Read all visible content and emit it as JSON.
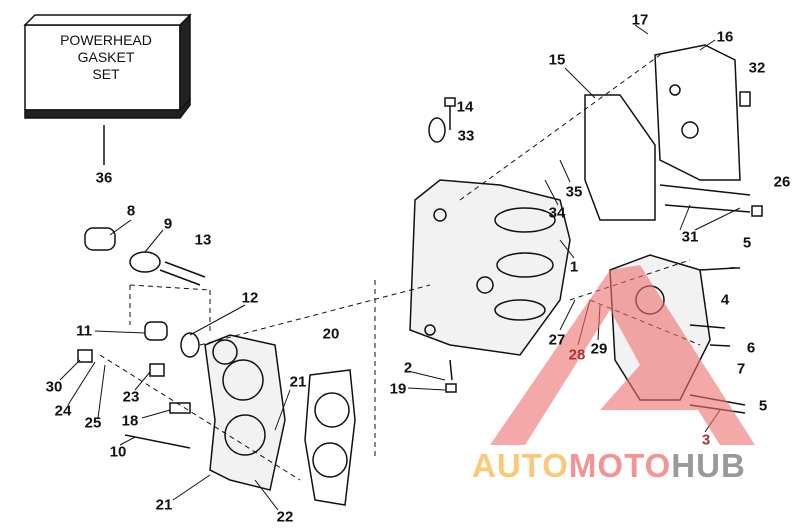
{
  "gasket_set_box": {
    "line1": "POWERHEAD",
    "line2": "GASKET",
    "line3": "SET"
  },
  "callouts": [
    "17",
    "16",
    "32",
    "15",
    "14",
    "33",
    "35",
    "34",
    "26",
    "31",
    "5",
    "1",
    "4",
    "6",
    "7",
    "5",
    "3",
    "27",
    "28",
    "29",
    "36",
    "8",
    "9",
    "13",
    "12",
    "11",
    "30",
    "24",
    "25",
    "23",
    "18",
    "10",
    "21",
    "20",
    "2",
    "19",
    "21",
    "22"
  ],
  "watermark": {
    "part1": "AUTO",
    "part2": "MOTO",
    "part3": "HUB",
    "color1": "#f9b74a",
    "color2": "#f07070",
    "color3": "#777777"
  }
}
